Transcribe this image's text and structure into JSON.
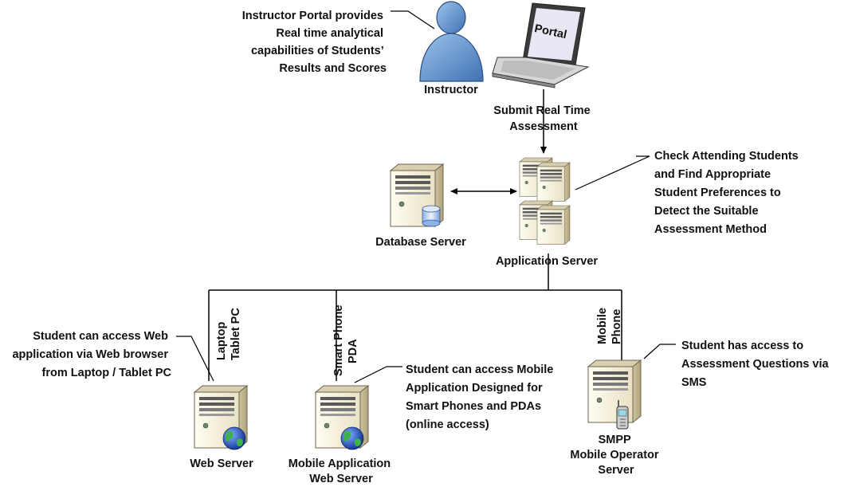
{
  "instructor": {
    "label": "Instructor",
    "note_lines": [
      "Instructor Portal provides",
      "Real time analytical",
      "capabilities of Students’",
      "Results and Scores"
    ]
  },
  "portal": {
    "screen_text": "Portal",
    "submit_lines": [
      "Submit Real Time",
      "Assessment"
    ]
  },
  "database_server": {
    "label": "Database Server"
  },
  "application_server": {
    "label": "Application Server",
    "note_lines": [
      "Check Attending Students",
      "and Find Appropriate",
      "Student Preferences to",
      "Detect the Suitable",
      "Assessment Method"
    ]
  },
  "branches": {
    "laptop_lines": [
      "Laptop",
      "Tablet PC"
    ],
    "smartphone_lines": [
      "Smart Phone",
      "PDA"
    ],
    "mobile_lines": [
      "Mobile",
      "Phone"
    ]
  },
  "web_server": {
    "label": "Web Server",
    "note_lines": [
      "Student can access Web",
      "application via Web browser",
      "from Laptop / Tablet PC"
    ]
  },
  "mobile_app_server": {
    "label_lines": [
      "Mobile Application",
      "Web Server"
    ],
    "note_lines": [
      "Student can access Mobile",
      "Application Designed for",
      "Smart Phones and PDAs",
      "(online access)"
    ]
  },
  "smpp_server": {
    "label_lines": [
      "SMPP",
      "Mobile Operator",
      "Server"
    ],
    "note_lines": [
      "Student has access to",
      "Assessment Questions via",
      "SMS"
    ]
  }
}
